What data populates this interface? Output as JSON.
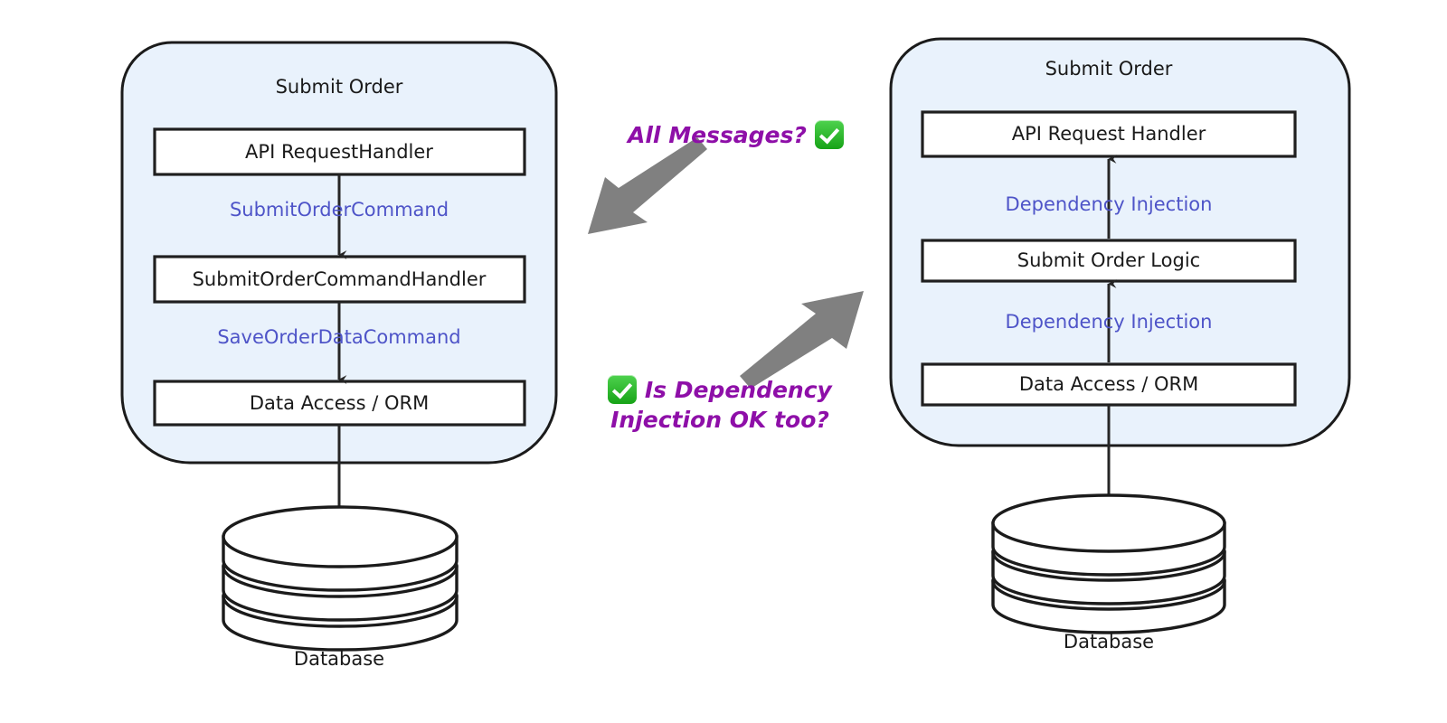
{
  "diagram": {
    "title_left": "Submit Order",
    "title_right": "Submit Order",
    "left_group": {
      "title": "Submit Order",
      "boxes": [
        {
          "label": "API RequestHandler"
        },
        {
          "label": "SubmitOrderCommandHandler"
        },
        {
          "label": "Data Access / ORM"
        }
      ],
      "edge_labels": [
        "SubmitOrderCommand",
        "SaveOrderDataCommand"
      ],
      "database_label": "Database"
    },
    "right_group": {
      "title": "Submit Order",
      "boxes": [
        {
          "label": "API Request Handler"
        },
        {
          "label": "Submit Order Logic"
        },
        {
          "label": "Data Access / ORM"
        }
      ],
      "edge_labels": [
        "Dependency Injection",
        "Dependency Injection"
      ],
      "database_label": "Database"
    },
    "annotations": [
      {
        "text": "All Messages?",
        "check_position": "after",
        "arrow_direction": "down-left"
      },
      {
        "text_line1": "Is Dependency Injection",
        "text_line2": "OK too?",
        "check_position": "before",
        "arrow_direction": "up-right"
      }
    ],
    "colors": {
      "group_fill": "#e9f2fc",
      "group_stroke": "#1b1b1b",
      "box_fill": "#ffffff",
      "box_stroke": "#1f1f1f",
      "message_text": "#4e54c8",
      "label_text": "#1a1a1a",
      "annotation_text": "#8e0fa8",
      "annotation_arrow": "#808080",
      "check_green": "#17a317",
      "page_background": "#ffffff"
    }
  }
}
